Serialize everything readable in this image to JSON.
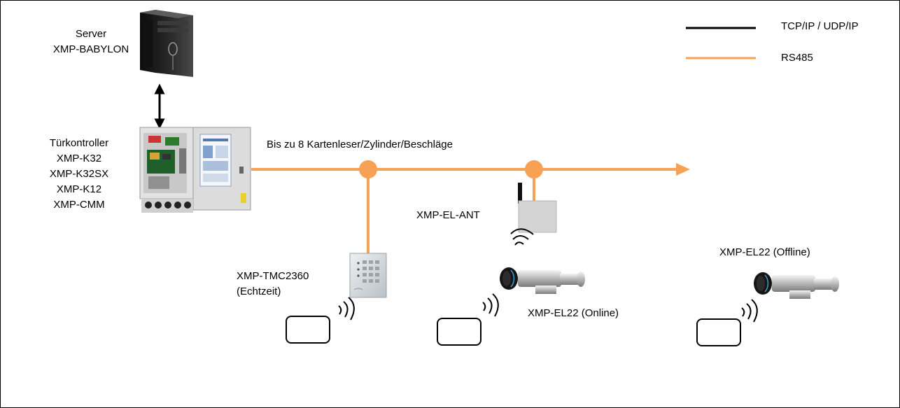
{
  "colors": {
    "tcp": "#000000",
    "rs485": "#f7a155",
    "server_dark": "#1a1a1a",
    "cabinet": "#d8d8d8"
  },
  "legend": {
    "tcp_label": "TCP/IP / UDP/IP",
    "rs485_label": "RS485"
  },
  "server": {
    "line1": "Server",
    "line2": "XMP-BABYLON"
  },
  "controller": {
    "lines": [
      "Türkontroller",
      "XMP-K32",
      "XMP-K32SX",
      "XMP-K12",
      "XMP-CMM"
    ]
  },
  "bus_label": "Bis zu 8 Kartenleser/Zylinder/Beschläge",
  "devices": {
    "antenna": "XMP-EL-ANT",
    "tmc_line1": "XMP-TMC2360",
    "tmc_line2": "(Echtzeit)",
    "el22_online": "XMP-EL22 (Online)",
    "el22_offline": "XMP-EL22 (Offline)"
  },
  "icons": [
    "server-tower-icon",
    "controller-cabinet-icon",
    "keypad-reader-icon",
    "antenna-box-icon",
    "door-cylinder-icon",
    "card-icon",
    "wireless-wave-icon"
  ]
}
